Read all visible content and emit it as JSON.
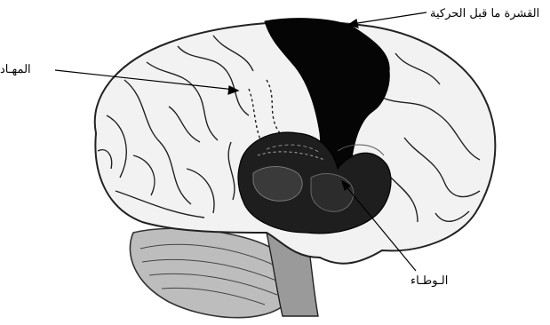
{
  "labels": {
    "premotor_cortex": "القشرة ما قبل الحركية",
    "thalamus": "المهـاد",
    "hypothalamus": "الـوطـاء"
  }
}
